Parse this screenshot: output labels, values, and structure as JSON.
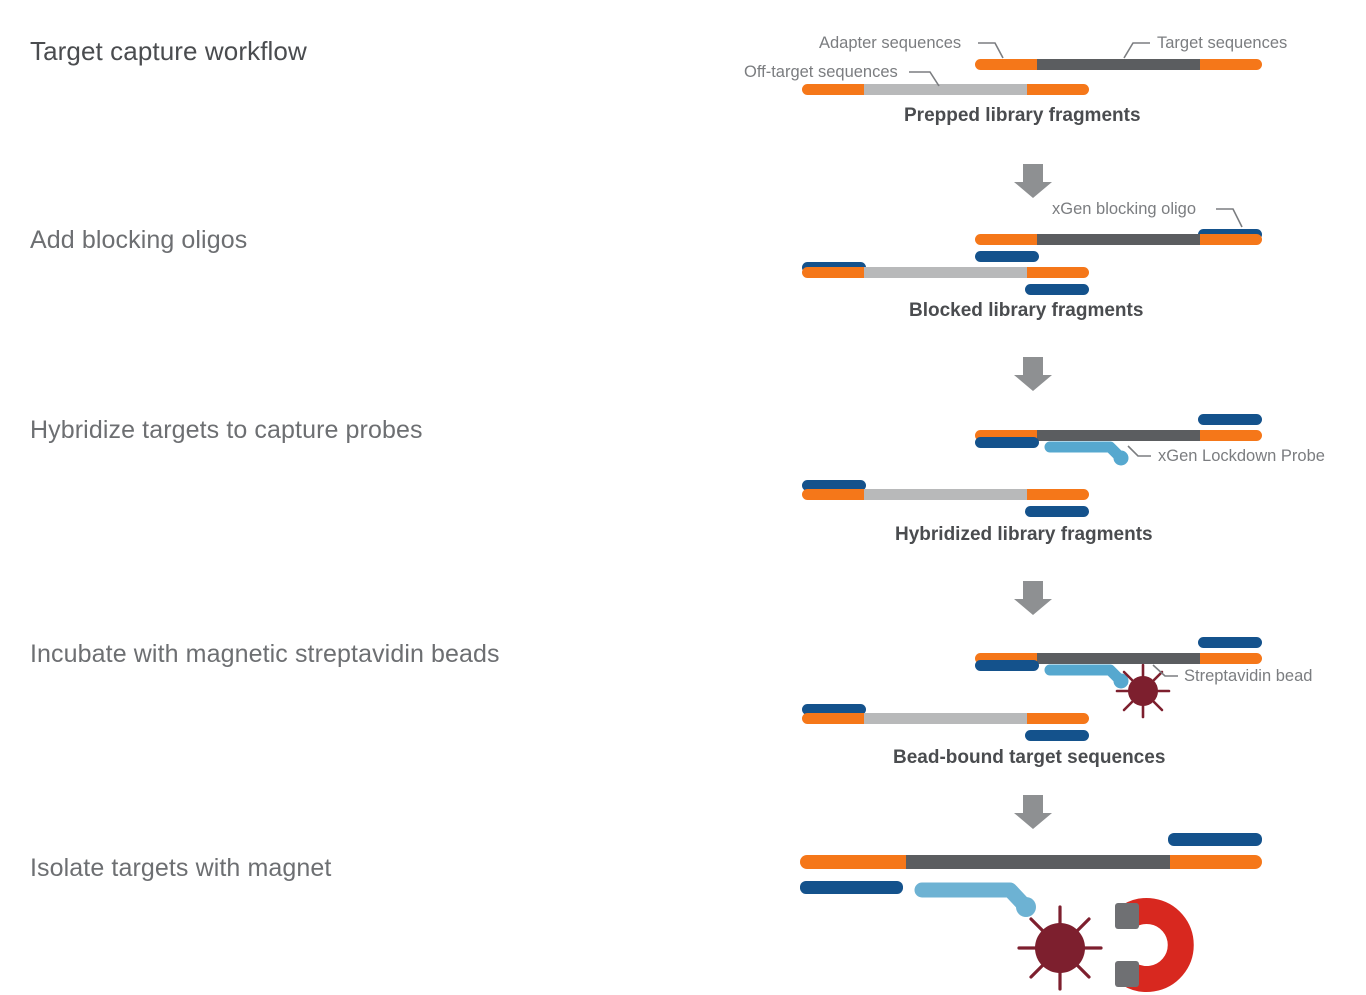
{
  "title": "Target capture workflow",
  "colors": {
    "orange": "#f57719",
    "dark_gray_target": "#5b5d60",
    "light_gray_offtarget": "#b8b9ba",
    "dark_blue_oligo": "#14528c",
    "light_blue_probe": "#56a8cf",
    "bead_dark_red": "#7d1f2e",
    "magnet_red": "#d8281f",
    "magnet_tip_gray": "#6f7073",
    "arrow_gray": "#8e9092",
    "label_gray": "#6d6f72",
    "caption_gray": "#4a4c4f",
    "annotation_gray": "#7b7d80",
    "background": "#ffffff"
  },
  "steps": [
    {
      "id": "step-prepped",
      "label": "Target capture workflow",
      "caption": "Prepped library fragments",
      "annotations": [
        "Adapter sequences",
        "Off-target sequences",
        "Target sequences"
      ]
    },
    {
      "id": "step-blocking",
      "label": "Add blocking oligos",
      "caption": "Blocked library fragments",
      "annotations": [
        "xGen blocking oligo"
      ]
    },
    {
      "id": "step-hybridize",
      "label": "Hybridize targets to capture probes",
      "caption": "Hybridized library fragments",
      "annotations": [
        "xGen Lockdown Probe"
      ]
    },
    {
      "id": "step-beads",
      "label": "Incubate with magnetic streptavidin beads",
      "caption": "Bead-bound target sequences",
      "annotations": [
        "Streptavidin bead"
      ]
    },
    {
      "id": "step-magnet",
      "label": "Isolate targets with magnet",
      "caption": "",
      "annotations": []
    }
  ],
  "annotations": {
    "adapter_sequences": "Adapter sequences",
    "off_target_sequences": "Off-target sequences",
    "target_sequences": "Target sequences",
    "xgen_blocking_oligo": "xGen blocking oligo",
    "xgen_lockdown_probe": "xGen Lockdown Probe",
    "streptavidin_bead": "Streptavidin bead"
  },
  "captions": {
    "prepped": "Prepped library fragments",
    "blocked": "Blocked library fragments",
    "hybridized": "Hybridized library fragments",
    "bead_bound": "Bead-bound target sequences"
  },
  "step_labels": {
    "title": "Target capture workflow",
    "blocking": "Add blocking oligos",
    "hybridize": "Hybridize targets to capture probes",
    "beads": "Incubate with magnetic streptavidin beads",
    "magnet": "Isolate targets with magnet"
  },
  "icons": {
    "down_arrow": "down-arrow-icon",
    "streptavidin_bead": "streptavidin-bead-icon",
    "horseshoe_magnet": "horseshoe-magnet-icon",
    "leader_line": "leader-line-icon"
  },
  "chart_data": {
    "type": "diagram",
    "title": "Target capture workflow",
    "stages": [
      {
        "name": "Prepped library fragments",
        "fragments": [
          {
            "kind": "on-target",
            "segments": [
              "adapter",
              "target",
              "adapter"
            ]
          },
          {
            "kind": "off-target",
            "segments": [
              "adapter",
              "off-target",
              "adapter"
            ]
          }
        ]
      },
      {
        "name": "Blocked library fragments",
        "fragments": [
          {
            "kind": "on-target",
            "segments": [
              "adapter",
              "target",
              "adapter"
            ],
            "blocking_oligos": 2
          },
          {
            "kind": "off-target",
            "segments": [
              "adapter",
              "off-target",
              "adapter"
            ],
            "blocking_oligos": 2
          }
        ]
      },
      {
        "name": "Hybridized library fragments",
        "fragments": [
          {
            "kind": "on-target",
            "segments": [
              "adapter",
              "target",
              "adapter"
            ],
            "blocking_oligos": 2,
            "probe": true
          },
          {
            "kind": "off-target",
            "segments": [
              "adapter",
              "off-target",
              "adapter"
            ],
            "blocking_oligos": 2,
            "probe": false
          }
        ]
      },
      {
        "name": "Bead-bound target sequences",
        "fragments": [
          {
            "kind": "on-target",
            "segments": [
              "adapter",
              "target",
              "adapter"
            ],
            "blocking_oligos": 2,
            "probe": true,
            "bead": true
          },
          {
            "kind": "off-target",
            "segments": [
              "adapter",
              "off-target",
              "adapter"
            ],
            "blocking_oligos": 2,
            "probe": false,
            "bead": false
          }
        ]
      },
      {
        "name": "Isolated targets",
        "fragments": [
          {
            "kind": "on-target",
            "segments": [
              "adapter",
              "target",
              "adapter"
            ],
            "blocking_oligos": 2,
            "probe": true,
            "bead": true,
            "magnet": true
          }
        ]
      }
    ]
  }
}
